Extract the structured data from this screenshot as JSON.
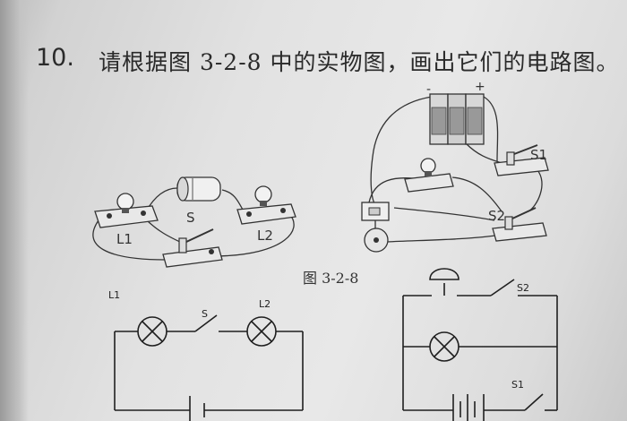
{
  "question": {
    "number": "10.",
    "text": "请根据图 3-2-8 中的实物图，画出它们的电路图。"
  },
  "figure": {
    "caption": "图 3-2-8",
    "left_labels": {
      "lamp1": "L1",
      "lamp2": "L2",
      "switch": "S"
    },
    "right_labels": {
      "switch1": "S1",
      "switch2": "S2",
      "minus": "-",
      "plus": "+"
    }
  },
  "answer_left": {
    "lamp1": "L1",
    "lamp2": "L2",
    "switch": "S"
  },
  "answer_right": {
    "switch2": "S2",
    "switch1": "S1"
  },
  "colors": {
    "ink": "#2a2a2a",
    "paper": "#e2e2e2",
    "pen": "#1f1f1f"
  }
}
